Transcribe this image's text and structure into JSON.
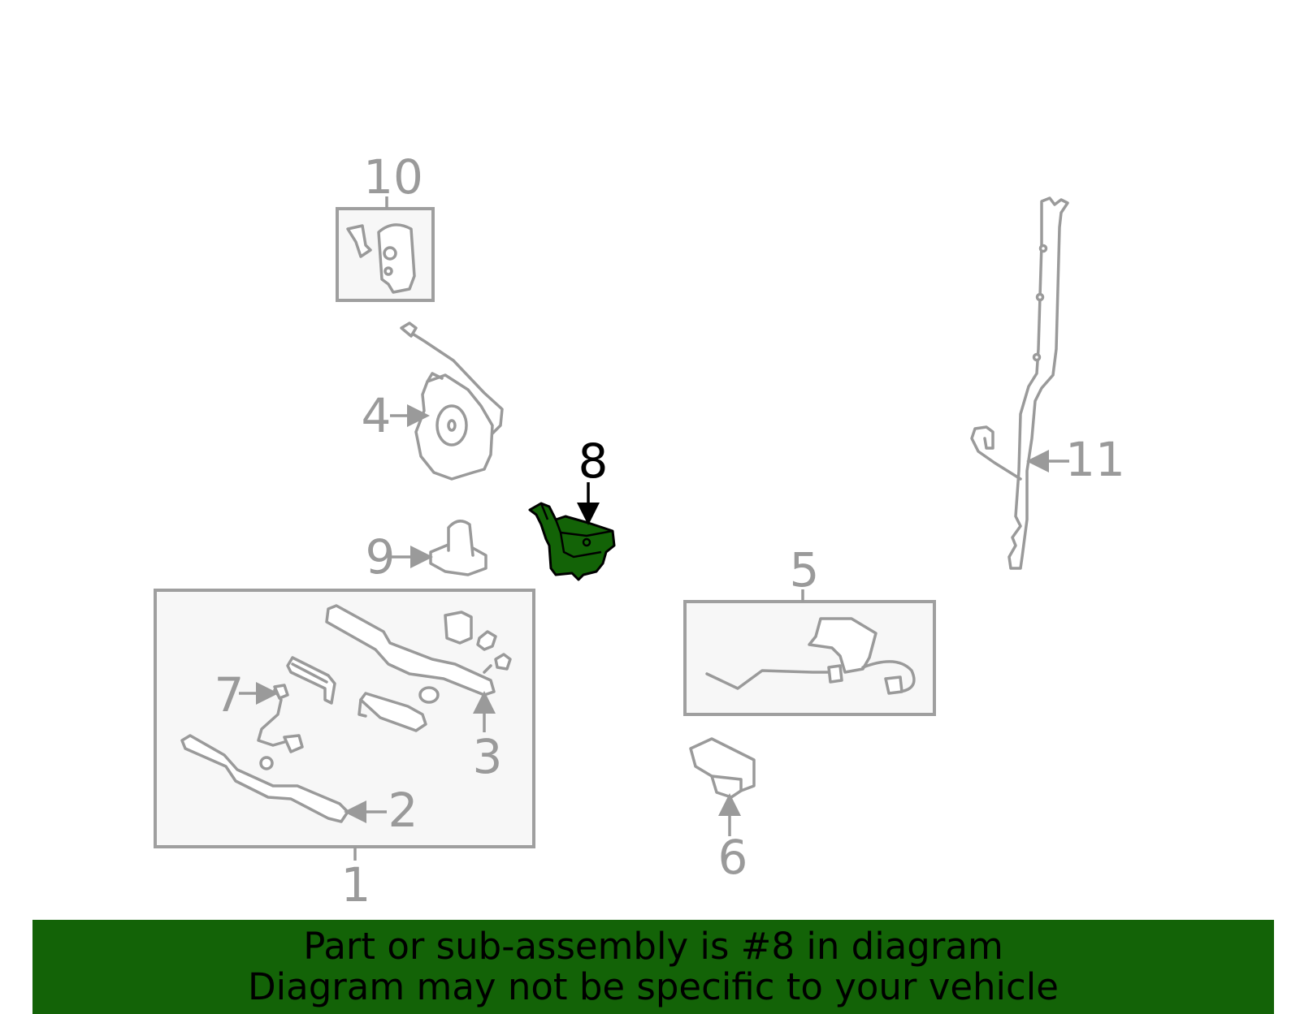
{
  "diagram": {
    "highlight_color": "#136307",
    "highlighted_part": "8",
    "callouts": {
      "c1": "1",
      "c2": "2",
      "c3": "3",
      "c4": "4",
      "c5": "5",
      "c6": "6",
      "c7": "7",
      "c8": "8",
      "c9": "9",
      "c10": "10",
      "c11": "11"
    }
  },
  "banner": {
    "line1": "Part or sub-assembly is #8 in diagram",
    "line2": "Diagram may not be specific to your vehicle"
  }
}
